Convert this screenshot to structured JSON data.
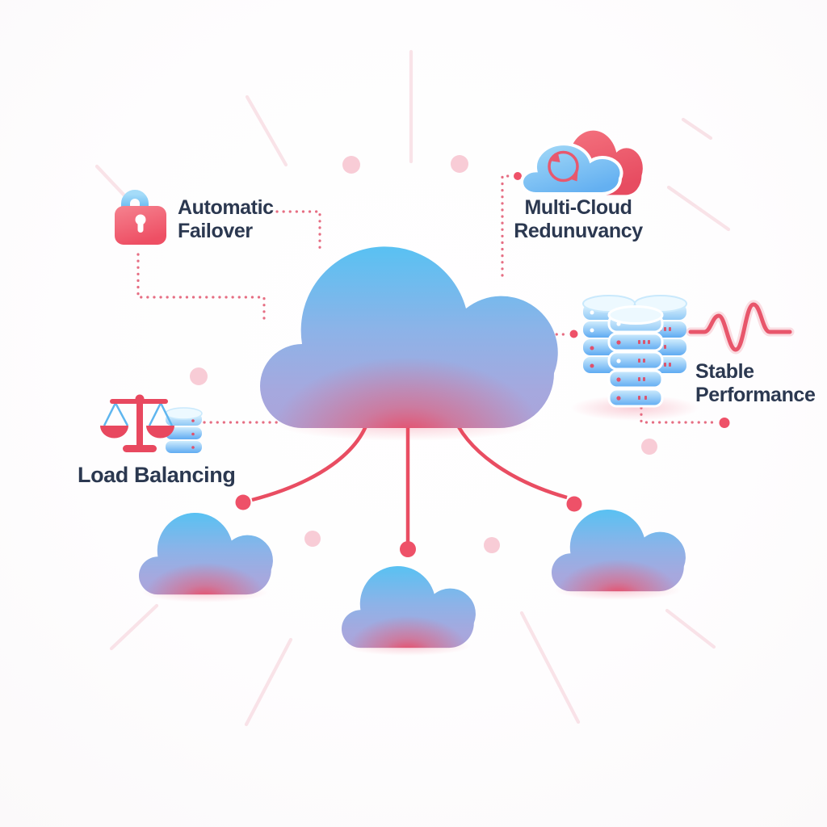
{
  "diagram": {
    "title_visible": false,
    "center": {
      "icon": "central-cloud-icon"
    },
    "features": [
      {
        "id": "automatic-failover",
        "label": "Automatic\nFailover",
        "icon": "padlock-icon"
      },
      {
        "id": "multi-cloud-redundancy",
        "label": "Multi-Cloud\nRedunuvancy",
        "icon": "multi-cloud-sync-icon"
      },
      {
        "id": "load-balancing",
        "label": "Load Balancing",
        "icon": "balance-scale-icon"
      },
      {
        "id": "stable-performance",
        "label": "Stable\nPerformance",
        "icon": "database-cluster-icon"
      }
    ],
    "child_clouds": 3,
    "colors": {
      "accent_red": "#e94d62",
      "dotted_red": "#e2556d",
      "cloud_blue_top": "#5ac1f2",
      "cloud_lavender": "#a8a6dc",
      "glow_red": "#f4374f",
      "icon_blue": "#5fb2f2",
      "text_dark": "#2b3850",
      "soft_pink": "#f8ccd6",
      "background": "#ffffff"
    }
  }
}
